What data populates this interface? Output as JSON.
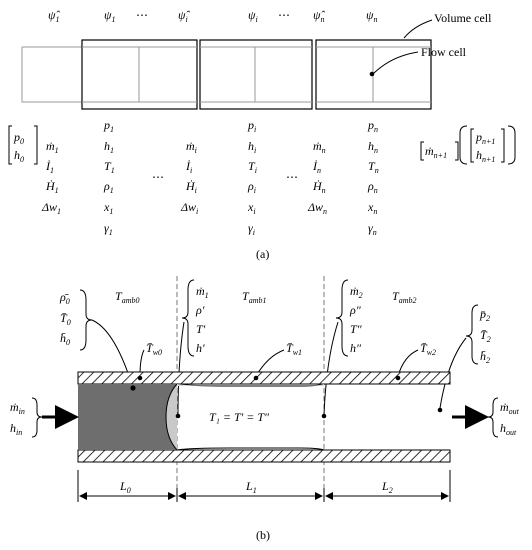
{
  "panel_a": {
    "caption": "(a)",
    "labels": {
      "volume_cell": "Volume cell",
      "flow_cell": "Flow cell"
    },
    "psi_row": [
      {
        "base": "ψ̂",
        "sub": "1"
      },
      {
        "base": "ψ",
        "sub": "1"
      },
      {
        "base": "⋯",
        "sub": ""
      },
      {
        "base": "ψ̂",
        "sub": "i"
      },
      {
        "base": "ψ",
        "sub": "i"
      },
      {
        "base": "⋯",
        "sub": ""
      },
      {
        "base": "ψ̂",
        "sub": "n"
      },
      {
        "base": "ψ",
        "sub": "n"
      }
    ],
    "inlet": [
      {
        "base": "p",
        "sub": "0"
      },
      {
        "base": "h",
        "sub": "0"
      }
    ],
    "flow_col_1": [
      {
        "base": "ṁ",
        "sub": "1"
      },
      {
        "base": "İ",
        "sub": "1"
      },
      {
        "base": "Ḣ",
        "sub": "1"
      },
      {
        "base": "Δw",
        "sub": "1"
      }
    ],
    "vol_col_1": [
      {
        "base": "p",
        "sub": "1"
      },
      {
        "base": "h",
        "sub": "1"
      },
      {
        "base": "T",
        "sub": "1"
      },
      {
        "base": "ρ",
        "sub": "1"
      },
      {
        "base": "x",
        "sub": "1"
      },
      {
        "base": "γ",
        "sub": "1"
      }
    ],
    "flow_col_i": [
      {
        "base": "ṁ",
        "sub": "i"
      },
      {
        "base": "İ",
        "sub": "i"
      },
      {
        "base": "Ḣ",
        "sub": "i"
      },
      {
        "base": "Δw",
        "sub": "i"
      }
    ],
    "vol_col_i": [
      {
        "base": "p",
        "sub": "i"
      },
      {
        "base": "h",
        "sub": "i"
      },
      {
        "base": "T",
        "sub": "i"
      },
      {
        "base": "ρ",
        "sub": "i"
      },
      {
        "base": "x",
        "sub": "i"
      },
      {
        "base": "γ",
        "sub": "i"
      }
    ],
    "flow_col_n": [
      {
        "base": "ṁ",
        "sub": "n"
      },
      {
        "base": "İ",
        "sub": "n"
      },
      {
        "base": "Ḣ",
        "sub": "n"
      },
      {
        "base": "Δw",
        "sub": "n"
      }
    ],
    "vol_col_n": [
      {
        "base": "p",
        "sub": "n"
      },
      {
        "base": "h",
        "sub": "n"
      },
      {
        "base": "T",
        "sub": "n"
      },
      {
        "base": "ρ",
        "sub": "n"
      },
      {
        "base": "x",
        "sub": "n"
      },
      {
        "base": "γ",
        "sub": "n"
      }
    ],
    "outlet_flow": {
      "base": "ṁ",
      "sub": "n+1"
    },
    "outlet": [
      {
        "base": "p",
        "sub": "n+1"
      },
      {
        "base": "h",
        "sub": "n+1"
      }
    ],
    "dots": "⋯"
  },
  "panel_b": {
    "caption": "(b)",
    "inlet": [
      {
        "base": "ṁ",
        "sub": "in"
      },
      {
        "base": "h",
        "sub": "in"
      }
    ],
    "outlet": [
      {
        "base": "ṁ",
        "sub": "out"
      },
      {
        "base": "h",
        "sub": "out"
      }
    ],
    "zone0_props": [
      {
        "base": "ρ̄",
        "sub": "0"
      },
      {
        "base": "T̄",
        "sub": "0"
      },
      {
        "base": "h̄",
        "sub": "0"
      }
    ],
    "zone1_props": [
      {
        "base": "ṁ",
        "sub": "1"
      },
      {
        "base": "ρ′",
        "sub": ""
      },
      {
        "base": "T′",
        "sub": ""
      },
      {
        "base": "h′",
        "sub": ""
      }
    ],
    "zone2_props": [
      {
        "base": "ṁ",
        "sub": "2"
      },
      {
        "base": "ρ″",
        "sub": ""
      },
      {
        "base": "T″",
        "sub": ""
      },
      {
        "base": "h″",
        "sub": ""
      }
    ],
    "zone3_props": [
      {
        "base": "p̄",
        "sub": "2"
      },
      {
        "base": "T̄",
        "sub": "2"
      },
      {
        "base": "h̄",
        "sub": "2"
      }
    ],
    "ambient": [
      {
        "base": "T",
        "sub": "amb0"
      },
      {
        "base": "T",
        "sub": "amb1"
      },
      {
        "base": "T",
        "sub": "amb2"
      }
    ],
    "wall": [
      {
        "base": "T̄",
        "sub": "w0"
      },
      {
        "base": "T̄",
        "sub": "w1"
      },
      {
        "base": "T̄",
        "sub": "w2"
      }
    ],
    "interface": "T₁ = T′ = T″",
    "lengths": [
      {
        "base": "L",
        "sub": "0"
      },
      {
        "base": "L",
        "sub": "1"
      },
      {
        "base": "L",
        "sub": "2"
      }
    ]
  }
}
